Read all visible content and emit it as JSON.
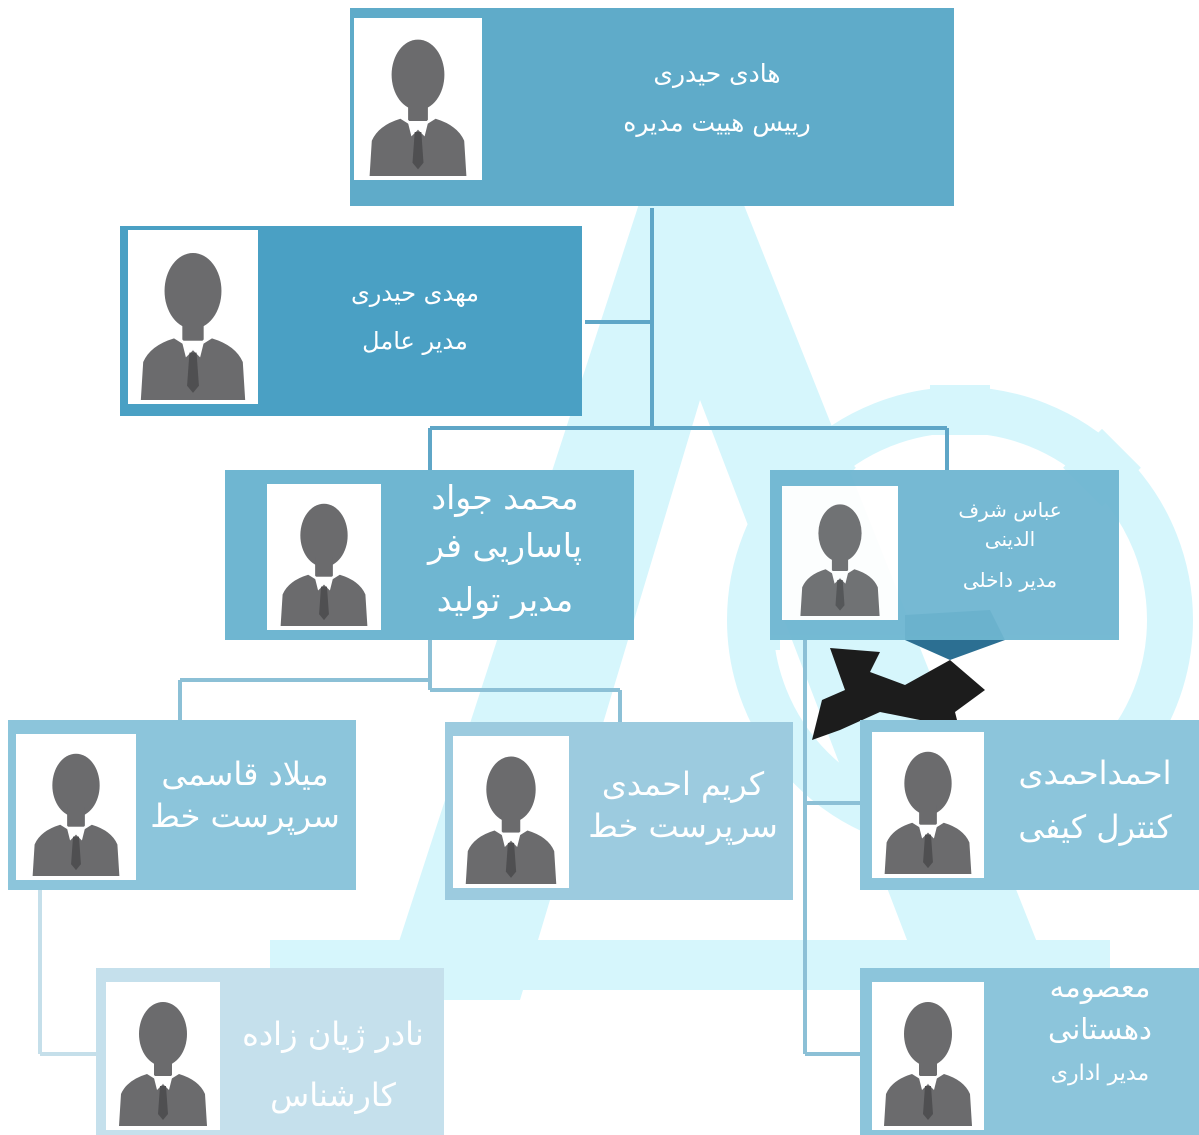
{
  "colors": {
    "box_dark": "#4aa0c4",
    "box_mid": "#5fabc9",
    "box_light": "#6fb6d1",
    "box_lighter": "#8cc5db",
    "box_palest": "#c5e0ec",
    "connector": "#5fa6c7",
    "watermark": "#cdf3fb",
    "gear_dark": "#1c1c1c",
    "silhouette": "#6b6b6d"
  },
  "nodes": {
    "hadi": {
      "name": "هادی حیدری",
      "title": "رییس هییت مدیره"
    },
    "mahdi": {
      "name": "مهدی حیدری",
      "title": "مدیر عامل"
    },
    "javad": {
      "name_l1": "محمد جواد",
      "name_l2": "پاساریی فر",
      "title": "مدیر تولید"
    },
    "abbas": {
      "name_l1": "عباس شرف",
      "name_l2": "الدینی",
      "title": "مدیر داخلی"
    },
    "milad": {
      "name": "میلاد قاسمی",
      "title": "سرپرست خط"
    },
    "karim": {
      "name": "کریم احمدی",
      "title": "سرپرست خط"
    },
    "ahmad": {
      "name": "احمداحمدی",
      "title": "کنترل کیفی"
    },
    "nader": {
      "name": "نادر ژیان زاده",
      "title": "کارشناس"
    },
    "masoumeh": {
      "name_l1": "معصومه",
      "name_l2": "دهستانی",
      "title": "مدیر اداری"
    }
  }
}
